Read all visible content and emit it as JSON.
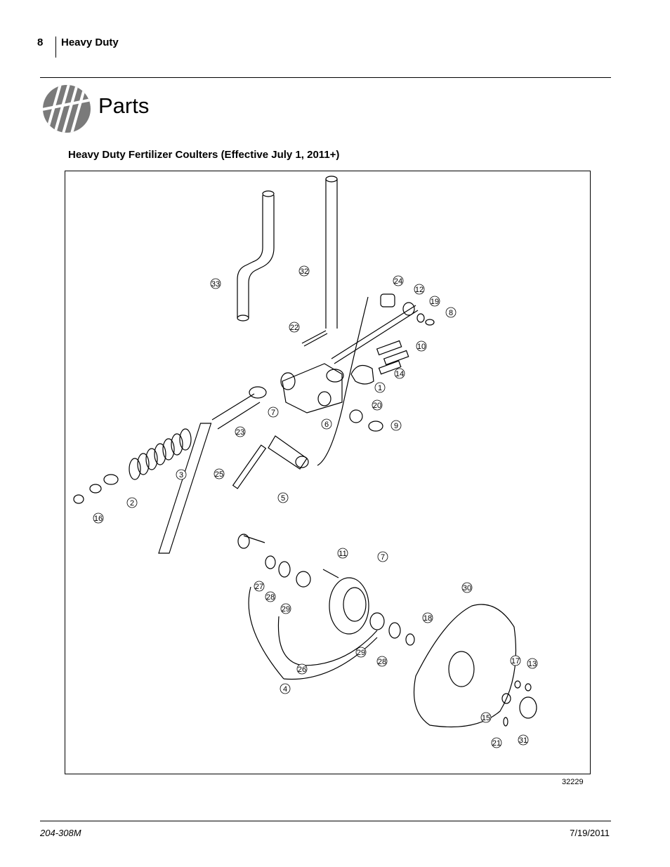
{
  "header": {
    "page_number": "8",
    "title": "Heavy Duty"
  },
  "section": {
    "title": "Parts"
  },
  "diagram": {
    "title": "Heavy Duty Fertilizer Coulters (Effective July 1, 2011+)",
    "drawing_number": "32229",
    "callouts": [
      "33",
      "32",
      "24",
      "12",
      "19",
      "8",
      "22",
      "10",
      "14",
      "1",
      "7",
      "6",
      "20",
      "9",
      "23",
      "3",
      "25",
      "5",
      "2",
      "16",
      "11",
      "7",
      "27",
      "28",
      "29",
      "30",
      "18",
      "29",
      "28",
      "26",
      "17",
      "13",
      "4",
      "15",
      "21",
      "31"
    ]
  },
  "footer": {
    "doc_number": "204-308M",
    "date": "7/19/2011"
  }
}
